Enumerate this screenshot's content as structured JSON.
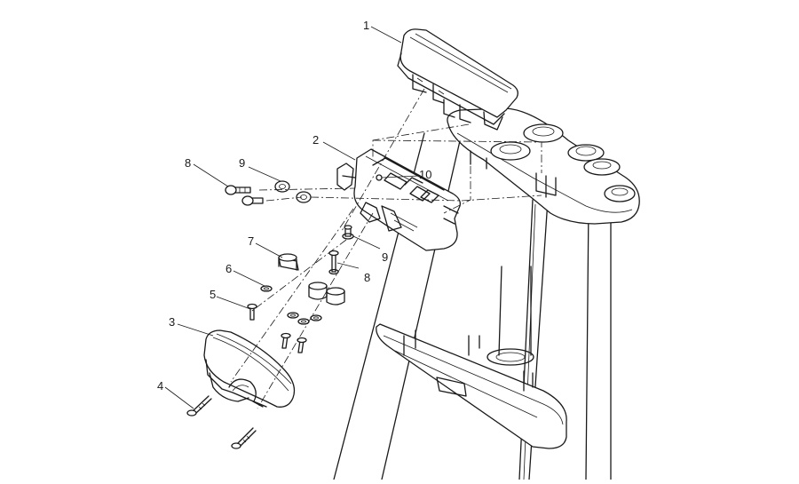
{
  "callouts": {
    "c1": "1",
    "c2": "2",
    "c3": "3",
    "c4": "4",
    "c5": "5",
    "c6": "6",
    "c7": "7",
    "c8a": "8",
    "c8b": "8",
    "c9a": "9",
    "c9b": "9",
    "c10": "10"
  }
}
